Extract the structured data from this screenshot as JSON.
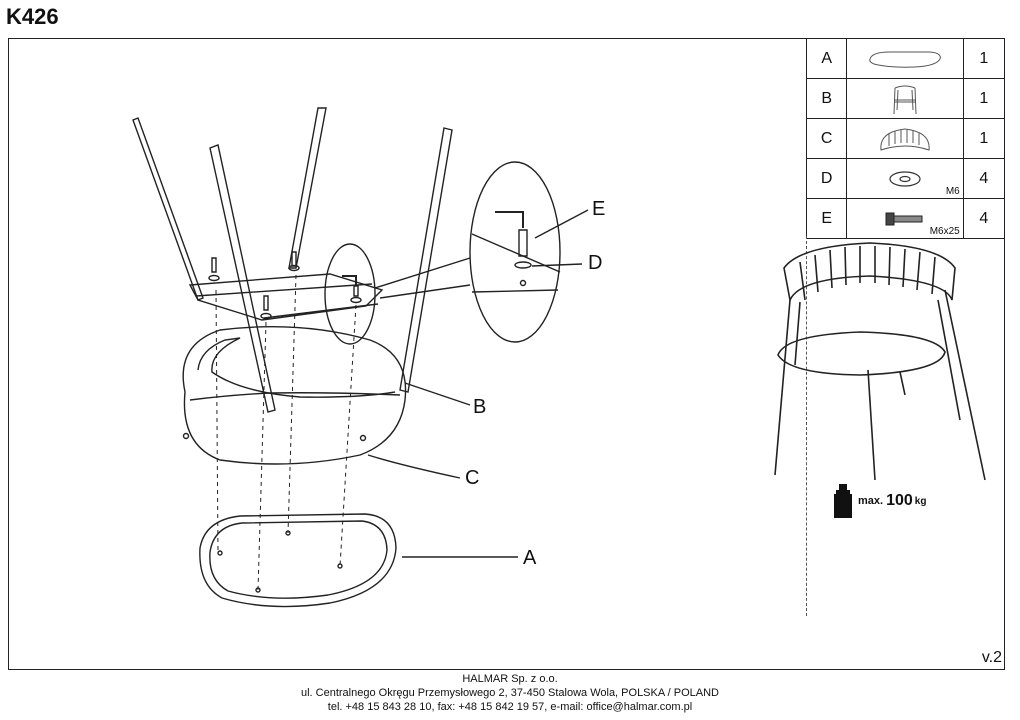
{
  "model": "K426",
  "version": "v.2",
  "parts": [
    {
      "letter": "A",
      "qty": "1",
      "spec": "",
      "icon": "seat-cushion-icon"
    },
    {
      "letter": "B",
      "qty": "1",
      "spec": "",
      "icon": "chair-frame-icon"
    },
    {
      "letter": "C",
      "qty": "1",
      "spec": "",
      "icon": "backrest-icon"
    },
    {
      "letter": "D",
      "qty": "4",
      "spec": "M6",
      "icon": "washer-icon"
    },
    {
      "letter": "E",
      "qty": "4",
      "spec": "M6x25",
      "icon": "bolt-icon"
    }
  ],
  "callouts": {
    "a": "A",
    "b": "B",
    "c": "C",
    "d": "D",
    "e": "E"
  },
  "max_load": {
    "label": "max.",
    "value": "100",
    "unit": "kg"
  },
  "footer": {
    "company": "HALMAR Sp. z o.o.",
    "address": "ul. Centralnego Okręgu Przemysłowego 2, 37-450 Stalowa Wola, POLSKA / POLAND",
    "contact": "tel. +48 15 843 28 10, fax: +48 15 842 19 57, e-mail: office@halmar.com.pl"
  }
}
